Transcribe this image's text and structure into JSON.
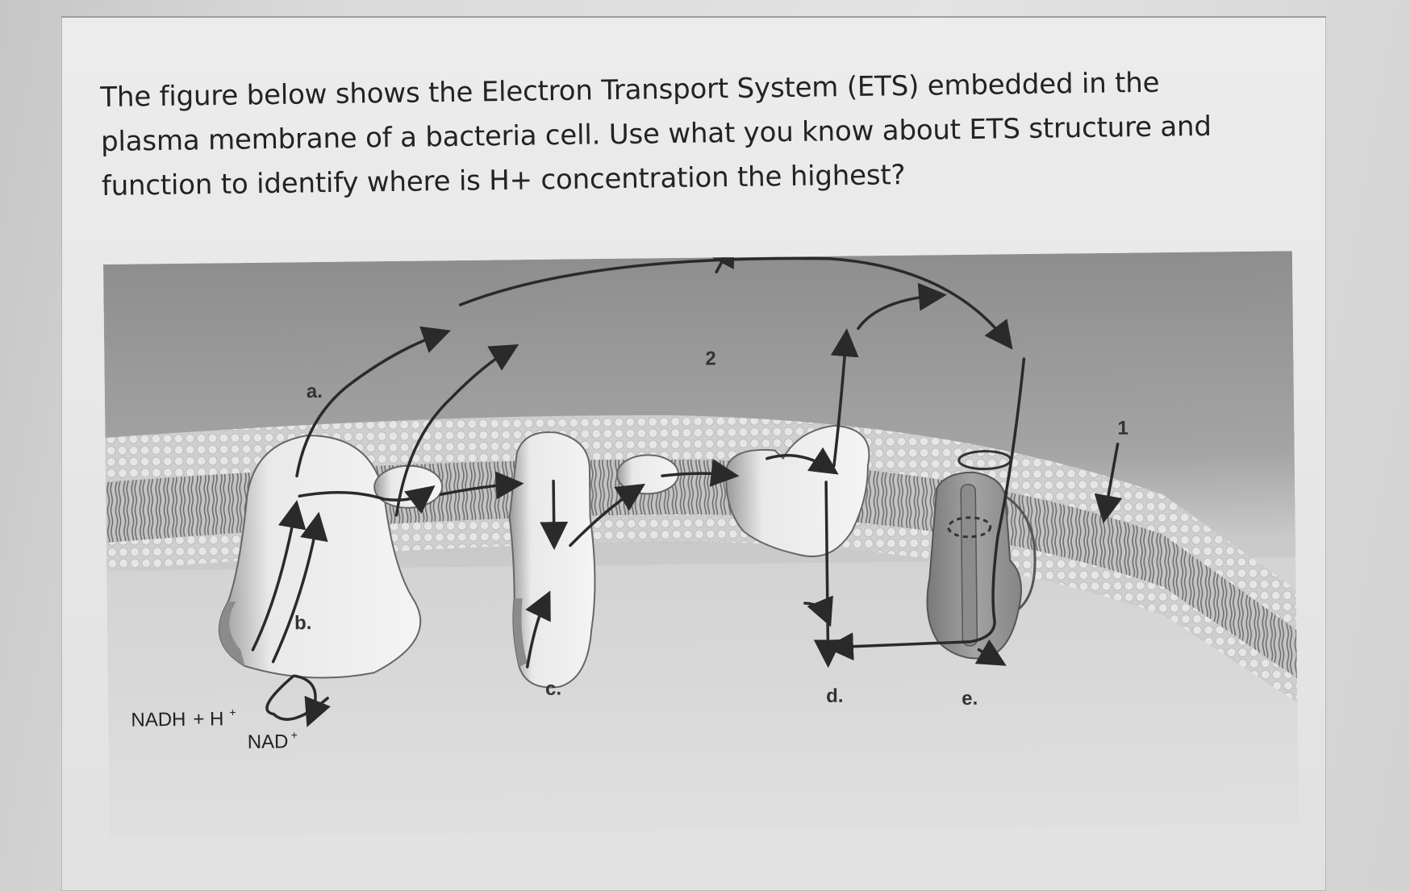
{
  "question": {
    "text": "The figure below shows the Electron Transport System (ETS) embedded in the plasma membrane of a bacteria cell. Use what you know about ETS structure and function to identify where is H+ concentration the highest?"
  },
  "figure": {
    "labels": {
      "a": "a.",
      "b": "b.",
      "c": "c.",
      "d": "d.",
      "e": "e.",
      "one": "1",
      "two": "2"
    },
    "reactants": {
      "nadh": "NADH",
      "plus_h": "+ H",
      "plus_sup": "+",
      "nad": "NAD",
      "nad_sup": "+"
    }
  }
}
